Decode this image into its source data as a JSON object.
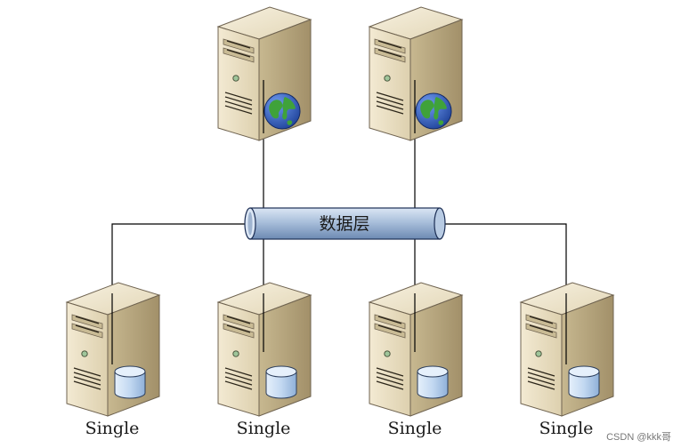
{
  "bus": {
    "label": "数据层"
  },
  "web_servers": [
    {
      "icon": "globe-icon"
    },
    {
      "icon": "globe-icon"
    }
  ],
  "db_servers": [
    {
      "label": "Single",
      "icon": "database-icon"
    },
    {
      "label": "Single",
      "icon": "database-icon"
    },
    {
      "label": "Single",
      "icon": "database-icon"
    },
    {
      "label": "Single",
      "icon": "database-icon"
    }
  ],
  "watermark": "CSDN @kkk哥",
  "colors": {
    "server_front": "#e8dcbf",
    "server_side": "#b5a57f",
    "bus_fill": "#a9bfdb",
    "globe_blue": "#2b57b8",
    "globe_green": "#3fa23a",
    "db_fill": "#bcd4f0",
    "line": "#000000"
  }
}
